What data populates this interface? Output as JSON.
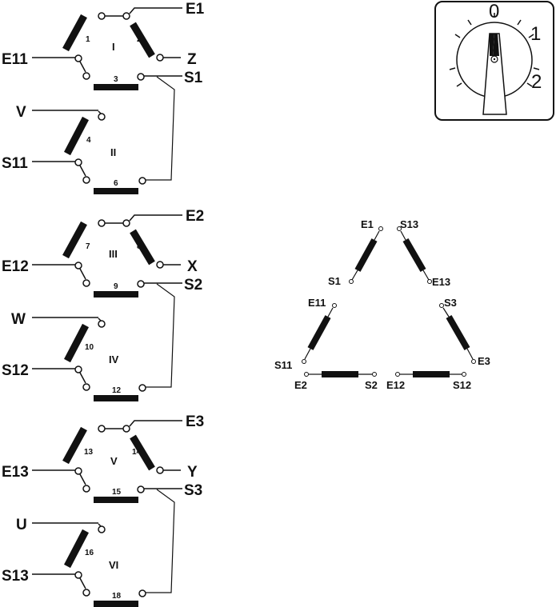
{
  "switch_groups": [
    {
      "top_right_label": "E1",
      "left_mid_label": "E11",
      "right_mid_label": "Z",
      "mid_out_label": "S1",
      "lower_top_label": "V",
      "lower_bottom_label": "S11",
      "numbers": [
        "1",
        "2",
        "3",
        "4",
        "6"
      ],
      "romans": [
        "I",
        "II"
      ]
    },
    {
      "top_right_label": "E2",
      "left_mid_label": "E12",
      "right_mid_label": "X",
      "mid_out_label": "S2",
      "lower_top_label": "W",
      "lower_bottom_label": "S12",
      "numbers": [
        "7",
        "8",
        "9",
        "10",
        "12"
      ],
      "romans": [
        "III",
        "IV"
      ]
    },
    {
      "top_right_label": "E3",
      "left_mid_label": "E13",
      "right_mid_label": "Y",
      "mid_out_label": "S3",
      "lower_top_label": "U",
      "lower_bottom_label": "S13",
      "numbers": [
        "13",
        "14",
        "15",
        "16",
        "18"
      ],
      "romans": [
        "V",
        "VI"
      ]
    }
  ],
  "dial": {
    "positions": [
      "0",
      "1",
      "2"
    ]
  },
  "delta": {
    "top_left": {
      "end_a": "E1",
      "end_b": "S1"
    },
    "top_right": {
      "end_a": "S13",
      "end_b": "E13"
    },
    "left": {
      "end_a": "E11",
      "end_b": "S11"
    },
    "right": {
      "end_a": "S3",
      "end_b": "E3"
    },
    "bottom_left": {
      "end_a": "E2",
      "end_b": "S2"
    },
    "bottom_right": {
      "end_a": "E12",
      "end_b": "S12"
    }
  }
}
